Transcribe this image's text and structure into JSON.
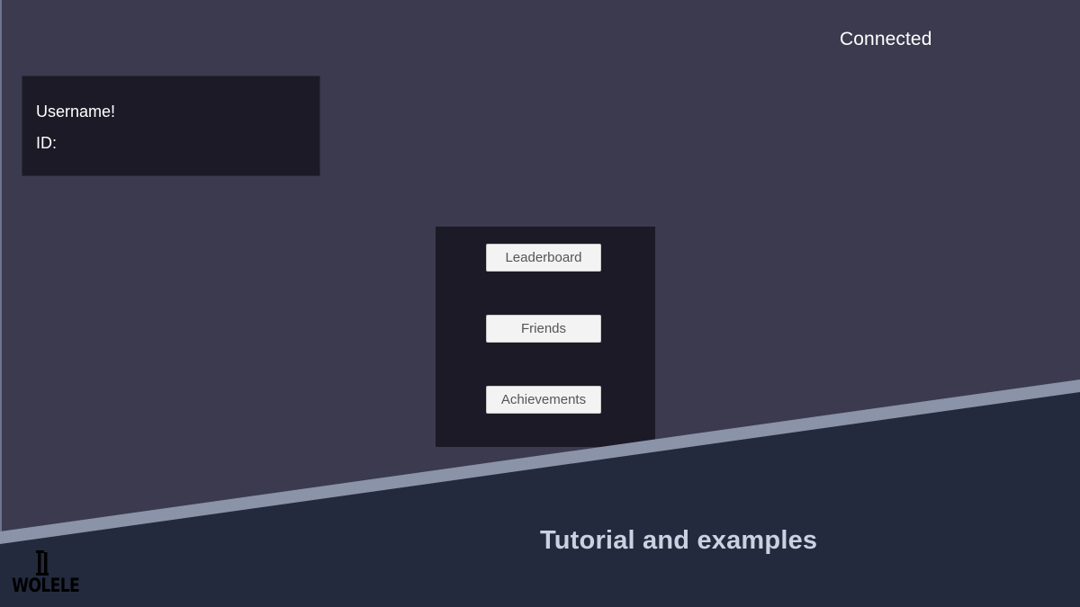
{
  "status": {
    "text": "Connected"
  },
  "profile": {
    "username_label": "Username!",
    "id_label": "ID:"
  },
  "menu": {
    "buttons": [
      {
        "label": "Leaderboard"
      },
      {
        "label": "Friends"
      },
      {
        "label": "Achievements"
      }
    ]
  },
  "footer": {
    "title": "Tutorial and examples",
    "brand_name": "WOLELE"
  },
  "colors": {
    "background": "#3b3a4f",
    "panel": "#1b1a26",
    "footer_band": "#232a3d",
    "stripe": "#8a93a8",
    "footer_text": "#c9d2e0"
  }
}
